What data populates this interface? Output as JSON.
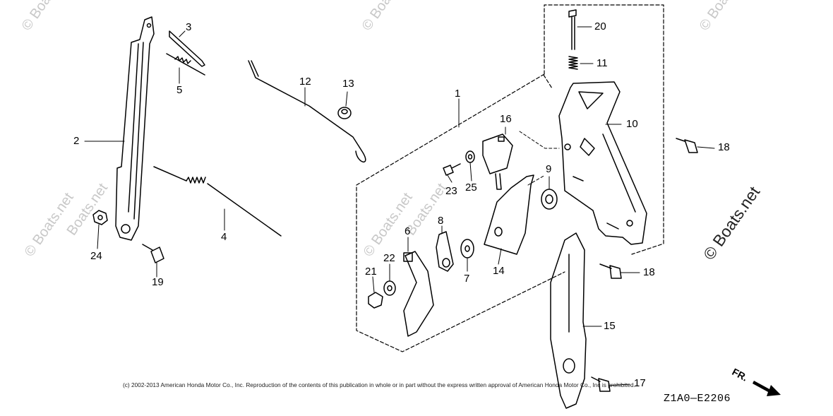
{
  "parts": [
    {
      "id": "p1",
      "number": "1"
    },
    {
      "id": "p2",
      "number": "2"
    },
    {
      "id": "p3",
      "number": "3"
    },
    {
      "id": "p4",
      "number": "4"
    },
    {
      "id": "p5",
      "number": "5"
    },
    {
      "id": "p6",
      "number": "6"
    },
    {
      "id": "p7",
      "number": "7"
    },
    {
      "id": "p8",
      "number": "8"
    },
    {
      "id": "p9",
      "number": "9"
    },
    {
      "id": "p10",
      "number": "10"
    },
    {
      "id": "p11",
      "number": "11"
    },
    {
      "id": "p12",
      "number": "12"
    },
    {
      "id": "p13",
      "number": "13"
    },
    {
      "id": "p14",
      "number": "14"
    },
    {
      "id": "p15",
      "number": "15"
    },
    {
      "id": "p16",
      "number": "16"
    },
    {
      "id": "p17",
      "number": "17"
    },
    {
      "id": "p18a",
      "number": "18"
    },
    {
      "id": "p18b",
      "number": "18"
    },
    {
      "id": "p19",
      "number": "19"
    },
    {
      "id": "p20",
      "number": "20"
    },
    {
      "id": "p21",
      "number": "21"
    },
    {
      "id": "p22",
      "number": "22"
    },
    {
      "id": "p23",
      "number": "23"
    },
    {
      "id": "p24",
      "number": "24"
    },
    {
      "id": "p25",
      "number": "25"
    }
  ],
  "copyright": "(c) 2002-2013 American Honda Motor Co., Inc. Reproduction of the contents of this publication in whole or in part without the express written approval of American Honda Motor Co., Inc is prohibited.",
  "diagram_code": "Z1A0—E2206",
  "direction_label": "FR.",
  "watermark_text": "© Boats.net",
  "watermark_secondary": "Boats.net",
  "colors": {
    "line": "#000000",
    "watermark": "#c8c8c8"
  }
}
